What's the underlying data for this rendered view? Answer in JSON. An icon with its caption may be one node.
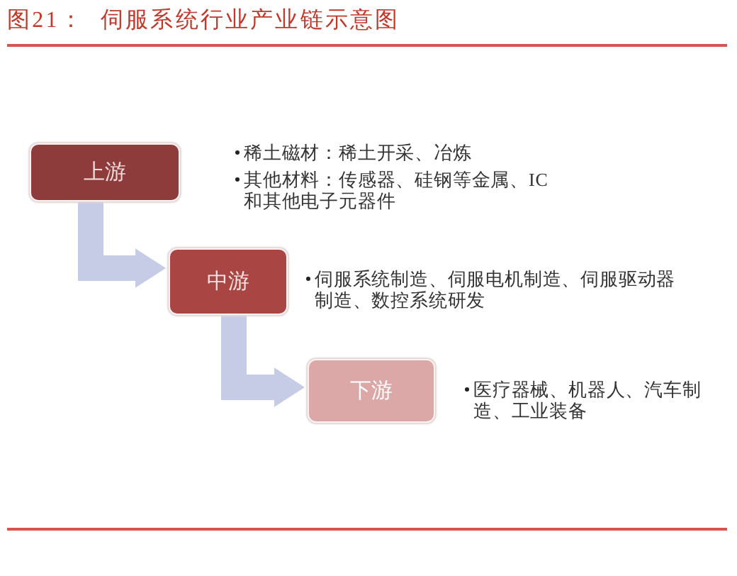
{
  "diagram": {
    "title": "图21： 伺服系统行业产业链示意图",
    "nodes": [
      {
        "text": [
          "上游"
        ],
        "beside": [
          "稀土磁材：稀土开采、冶炼",
          "其他材料：传感器、硅钢等金属、IC和其他电子元器件"
        ]
      },
      {
        "text": [
          "中游"
        ],
        "beside": [
          "伺服系统制造、伺服电机制造、伺服驱动器制造、数控系统研发"
        ]
      },
      {
        "text": [
          "下游"
        ],
        "beside": [
          "医疗器械、机器人、汽车制造、工业装备"
        ]
      }
    ],
    "edges": [
      {
        "from": 0,
        "to": 1,
        "arrow": "to"
      },
      {
        "from": 1,
        "to": 2,
        "arrow": "to"
      }
    ]
  }
}
